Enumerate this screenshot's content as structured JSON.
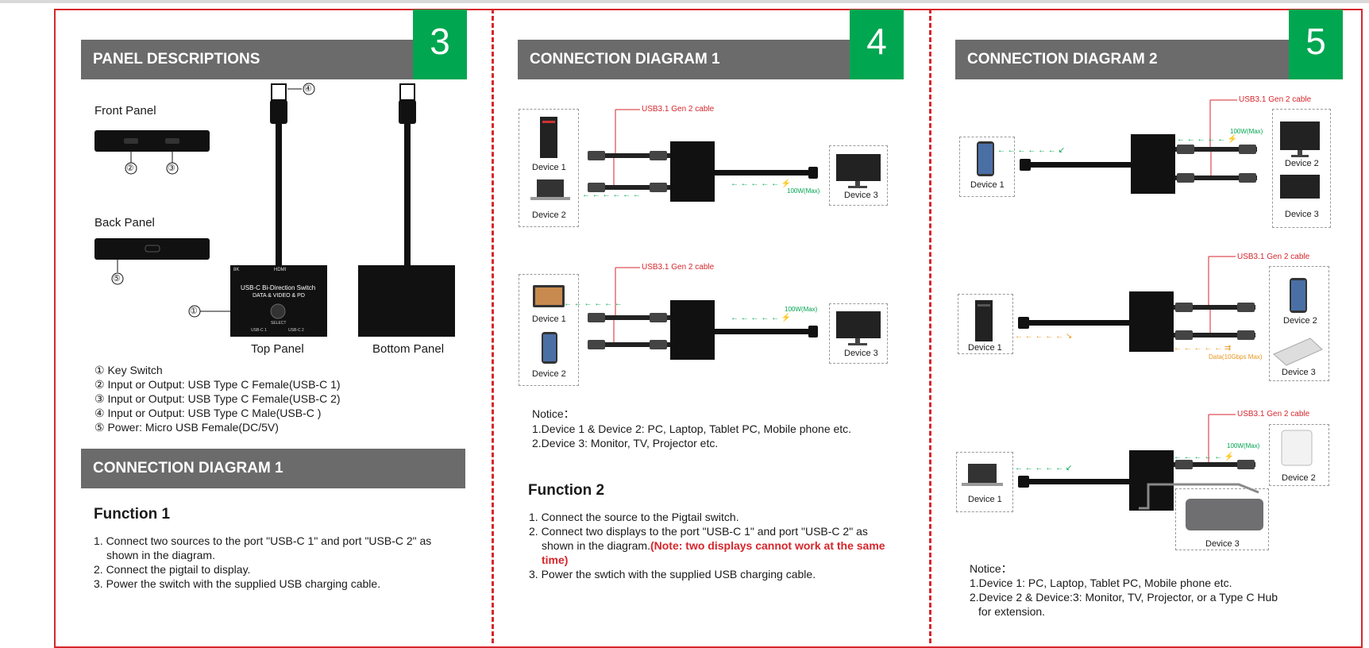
{
  "p3": {
    "number": "3",
    "header": "PANEL DESCRIPTIONS",
    "front_panel": "Front Panel",
    "back_panel": "Back Panel",
    "top_panel": "Top Panel",
    "bottom_panel": "Bottom Panel",
    "callouts": [
      "①",
      "②",
      "③",
      "④",
      "⑤"
    ],
    "device_text": "USB-C Bi-Direction Switch",
    "device_sub": "DATA & VIDEO & PD",
    "device_select": "SELECT",
    "device_port1": "USB-C 1",
    "device_port2": "USB-C 2",
    "device_hdmi": "HDMI",
    "device_8k": "8K",
    "legend": [
      "① Key Switch",
      "② Input or Output: USB Type C Female(USB-C 1)",
      "③ Input or Output: USB Type C Female(USB-C 2)",
      "④ Input or Output: USB Type C Male(USB-C )",
      "⑤ Power: Micro USB Female(DC/5V)"
    ],
    "header2": "CONNECTION DIAGRAM 1",
    "function_title": "Function 1",
    "steps": [
      "1. Connect two sources to the port \"USB-C 1\" and port \"USB-C 2\" as",
      "shown in the diagram.",
      "2. Connect the pigtail to display.",
      "3. Power the switch with the supplied USB charging cable."
    ]
  },
  "p4": {
    "number": "4",
    "header": "CONNECTION DIAGRAM 1",
    "cable_label": "USB3.1 Gen 2 cable",
    "power_label": "100W(Max)",
    "d1a": "Device 1",
    "d2a": "Device 2",
    "d3a": "Device 3",
    "d1b": "Device 1",
    "d2b": "Device 2",
    "d3b": "Device 3",
    "notice_title": "Notice：",
    "notice": [
      "1.Device 1 & Device 2: PC, Laptop, Tablet PC, Mobile phone etc.",
      "2.Device 3: Monitor, TV, Projector etc."
    ],
    "function_title": "Function 2",
    "steps": [
      "1. Connect the source to the Pigtail switch.",
      "2. Connect two displays to the port \"USB-C 1\" and port \"USB-C 2\" as",
      "shown in the diagram.",
      "(Note: two displays cannot work at the same",
      "time)",
      "3.  Power the swtich with the supplied USB charging cable."
    ]
  },
  "p5": {
    "number": "5",
    "header": "CONNECTION DIAGRAM 2",
    "cable_label": "USB3.1 Gen 2 cable",
    "power_label": "100W(Max)",
    "data_label": "Data(10Gbps Max)",
    "r1_d1": "Device 1",
    "r1_d2": "Device 2",
    "r1_d3": "Device 3",
    "r2_d1": "Device 1",
    "r2_d2": "Device 2",
    "r2_d3": "Device 3",
    "r3_d1": "Device 1",
    "r3_d2": "Device 2",
    "r3_d3": "Device 3",
    "notice_title": "Notice：",
    "notice": [
      "1.Device 1: PC, Laptop, Tablet PC, Mobile phone etc.",
      "2.Device 2 & Device:3: Monitor, TV, Projector, or a Type C Hub",
      "for extension."
    ]
  },
  "colors": {
    "accent_green": "#00a650",
    "frame_red": "#d6262c",
    "header_gray": "#6b6b6b",
    "data_orange": "#e8961e"
  }
}
